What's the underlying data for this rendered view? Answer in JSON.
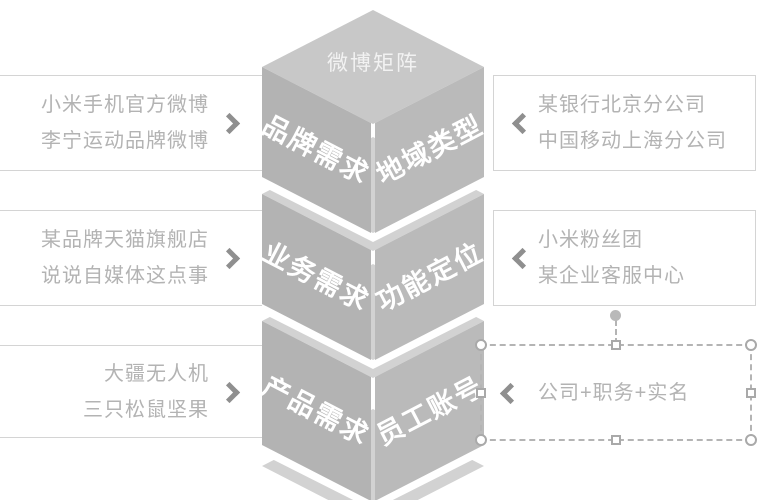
{
  "cube": {
    "top_label": "微博矩阵",
    "sections": [
      {
        "left_face": "品牌需求",
        "right_face": "地域类型"
      },
      {
        "left_face": "业务需求",
        "right_face": "功能定位"
      },
      {
        "left_face": "产品需求",
        "right_face": "员工账号"
      }
    ]
  },
  "left_boxes": [
    {
      "lines": [
        "小米手机官方微博",
        "李宁运动品牌微博"
      ]
    },
    {
      "lines": [
        "某品牌天猫旗舰店",
        "说说自媒体这点事"
      ]
    },
    {
      "lines": [
        "大疆无人机",
        "三只松鼠坚果"
      ]
    }
  ],
  "right_boxes": [
    {
      "lines": [
        "某银行北京分公司",
        "中国移动上海分公司"
      ]
    },
    {
      "lines": [
        "小米粉丝团",
        "某企业客服中心"
      ]
    },
    {
      "lines": [
        "公司+职务+实名"
      ],
      "selected": true
    }
  ],
  "colors": {
    "cube_top_face": "#c8c8c8",
    "cube_left_face": "#b3b3b3",
    "cube_right_face": "#bababa",
    "cube_sliver": "#d2d2d2",
    "face_text": "#ffffff",
    "box_border": "#d4d4d4",
    "box_text": "#b3b3b3",
    "chevron": "#8f8f8f",
    "selection": "#b4b4b4"
  }
}
